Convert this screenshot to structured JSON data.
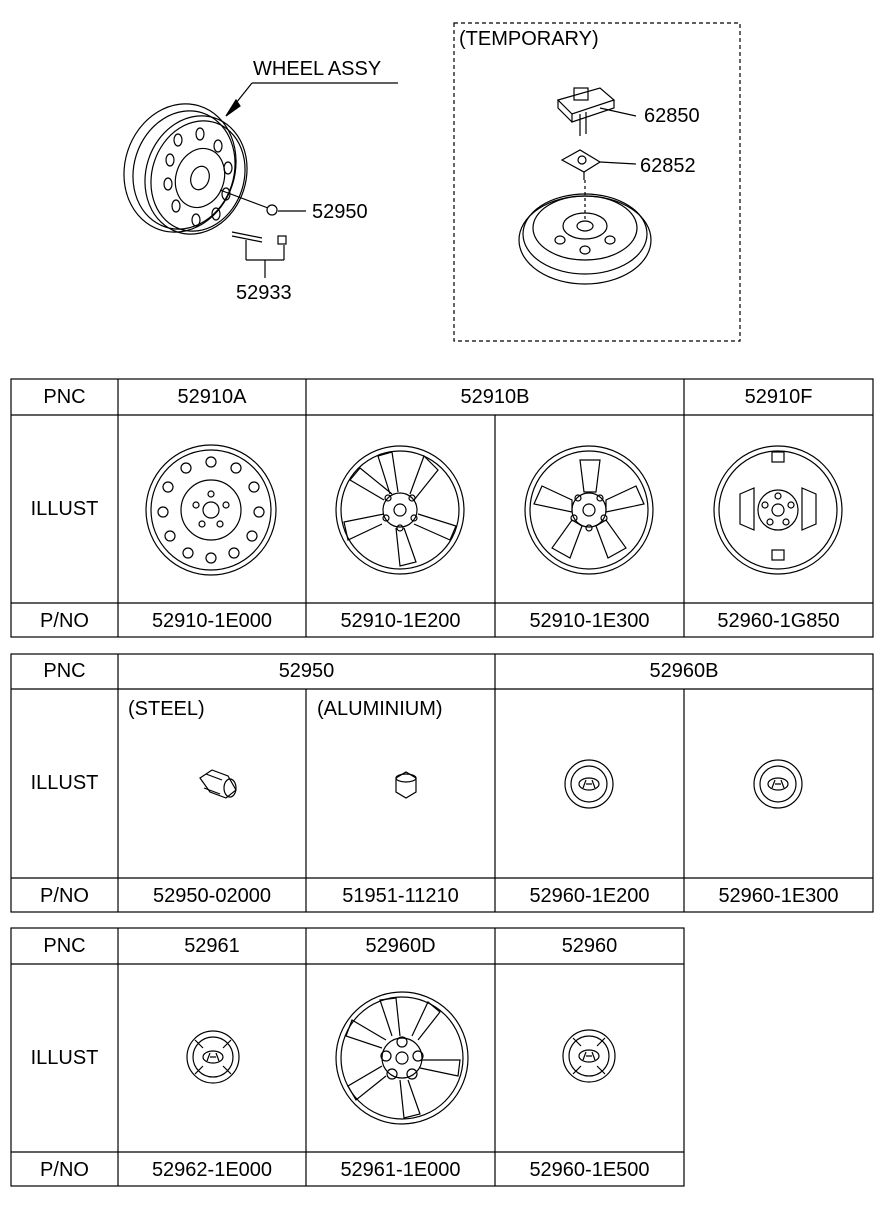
{
  "top": {
    "wheel_assy_label": "WHEEL ASSY",
    "callout_52950": "52950",
    "callout_52933": "52933",
    "temporary_label": "(TEMPORARY)",
    "callout_62850": "62850",
    "callout_62852": "62852"
  },
  "table1": {
    "row_pnc": "PNC",
    "row_illust": "ILLUST",
    "row_pno": "P/NO",
    "pnc": [
      "52910A",
      "52910B",
      "52910F"
    ],
    "pno": [
      "52910-1E000",
      "52910-1E200",
      "52910-1E300",
      "52960-1G850"
    ]
  },
  "table2": {
    "row_pnc": "PNC",
    "row_illust": "ILLUST",
    "row_pno": "P/NO",
    "pnc": [
      "52950",
      "52960B"
    ],
    "sub": [
      "(STEEL)",
      "(ALUMINIUM)"
    ],
    "pno": [
      "52950-02000",
      "51951-11210",
      "52960-1E200",
      "52960-1E300"
    ]
  },
  "table3": {
    "row_pnc": "PNC",
    "row_illust": "ILLUST",
    "row_pno": "P/NO",
    "pnc": [
      "52961",
      "52960D",
      "52960"
    ],
    "pno": [
      "52962-1E000",
      "52961-1E000",
      "52960-1E500"
    ]
  }
}
